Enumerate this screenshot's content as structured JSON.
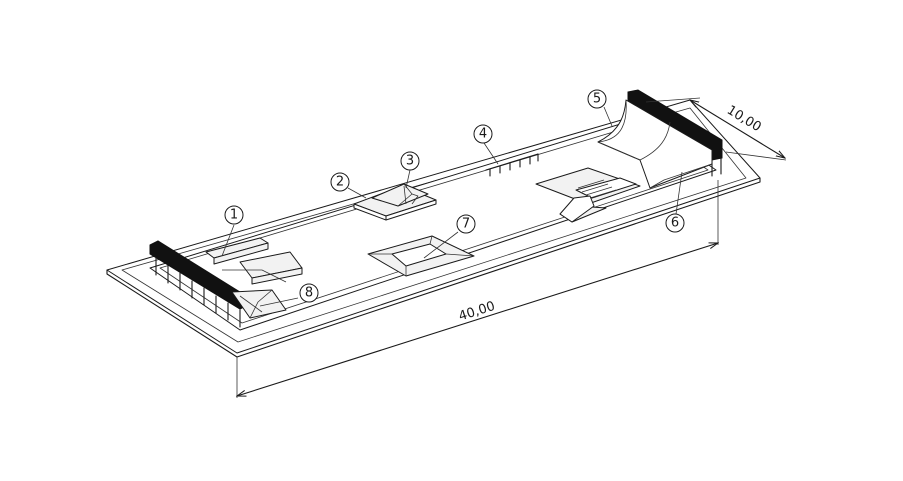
{
  "dimensions": {
    "length": "40,00",
    "width": "10,00"
  },
  "callouts": [
    "1",
    "2",
    "3",
    "4",
    "5",
    "6",
    "7",
    "8"
  ],
  "colors": {
    "line": "#1a1a1a",
    "fill": "#111111",
    "background": "#ffffff"
  }
}
